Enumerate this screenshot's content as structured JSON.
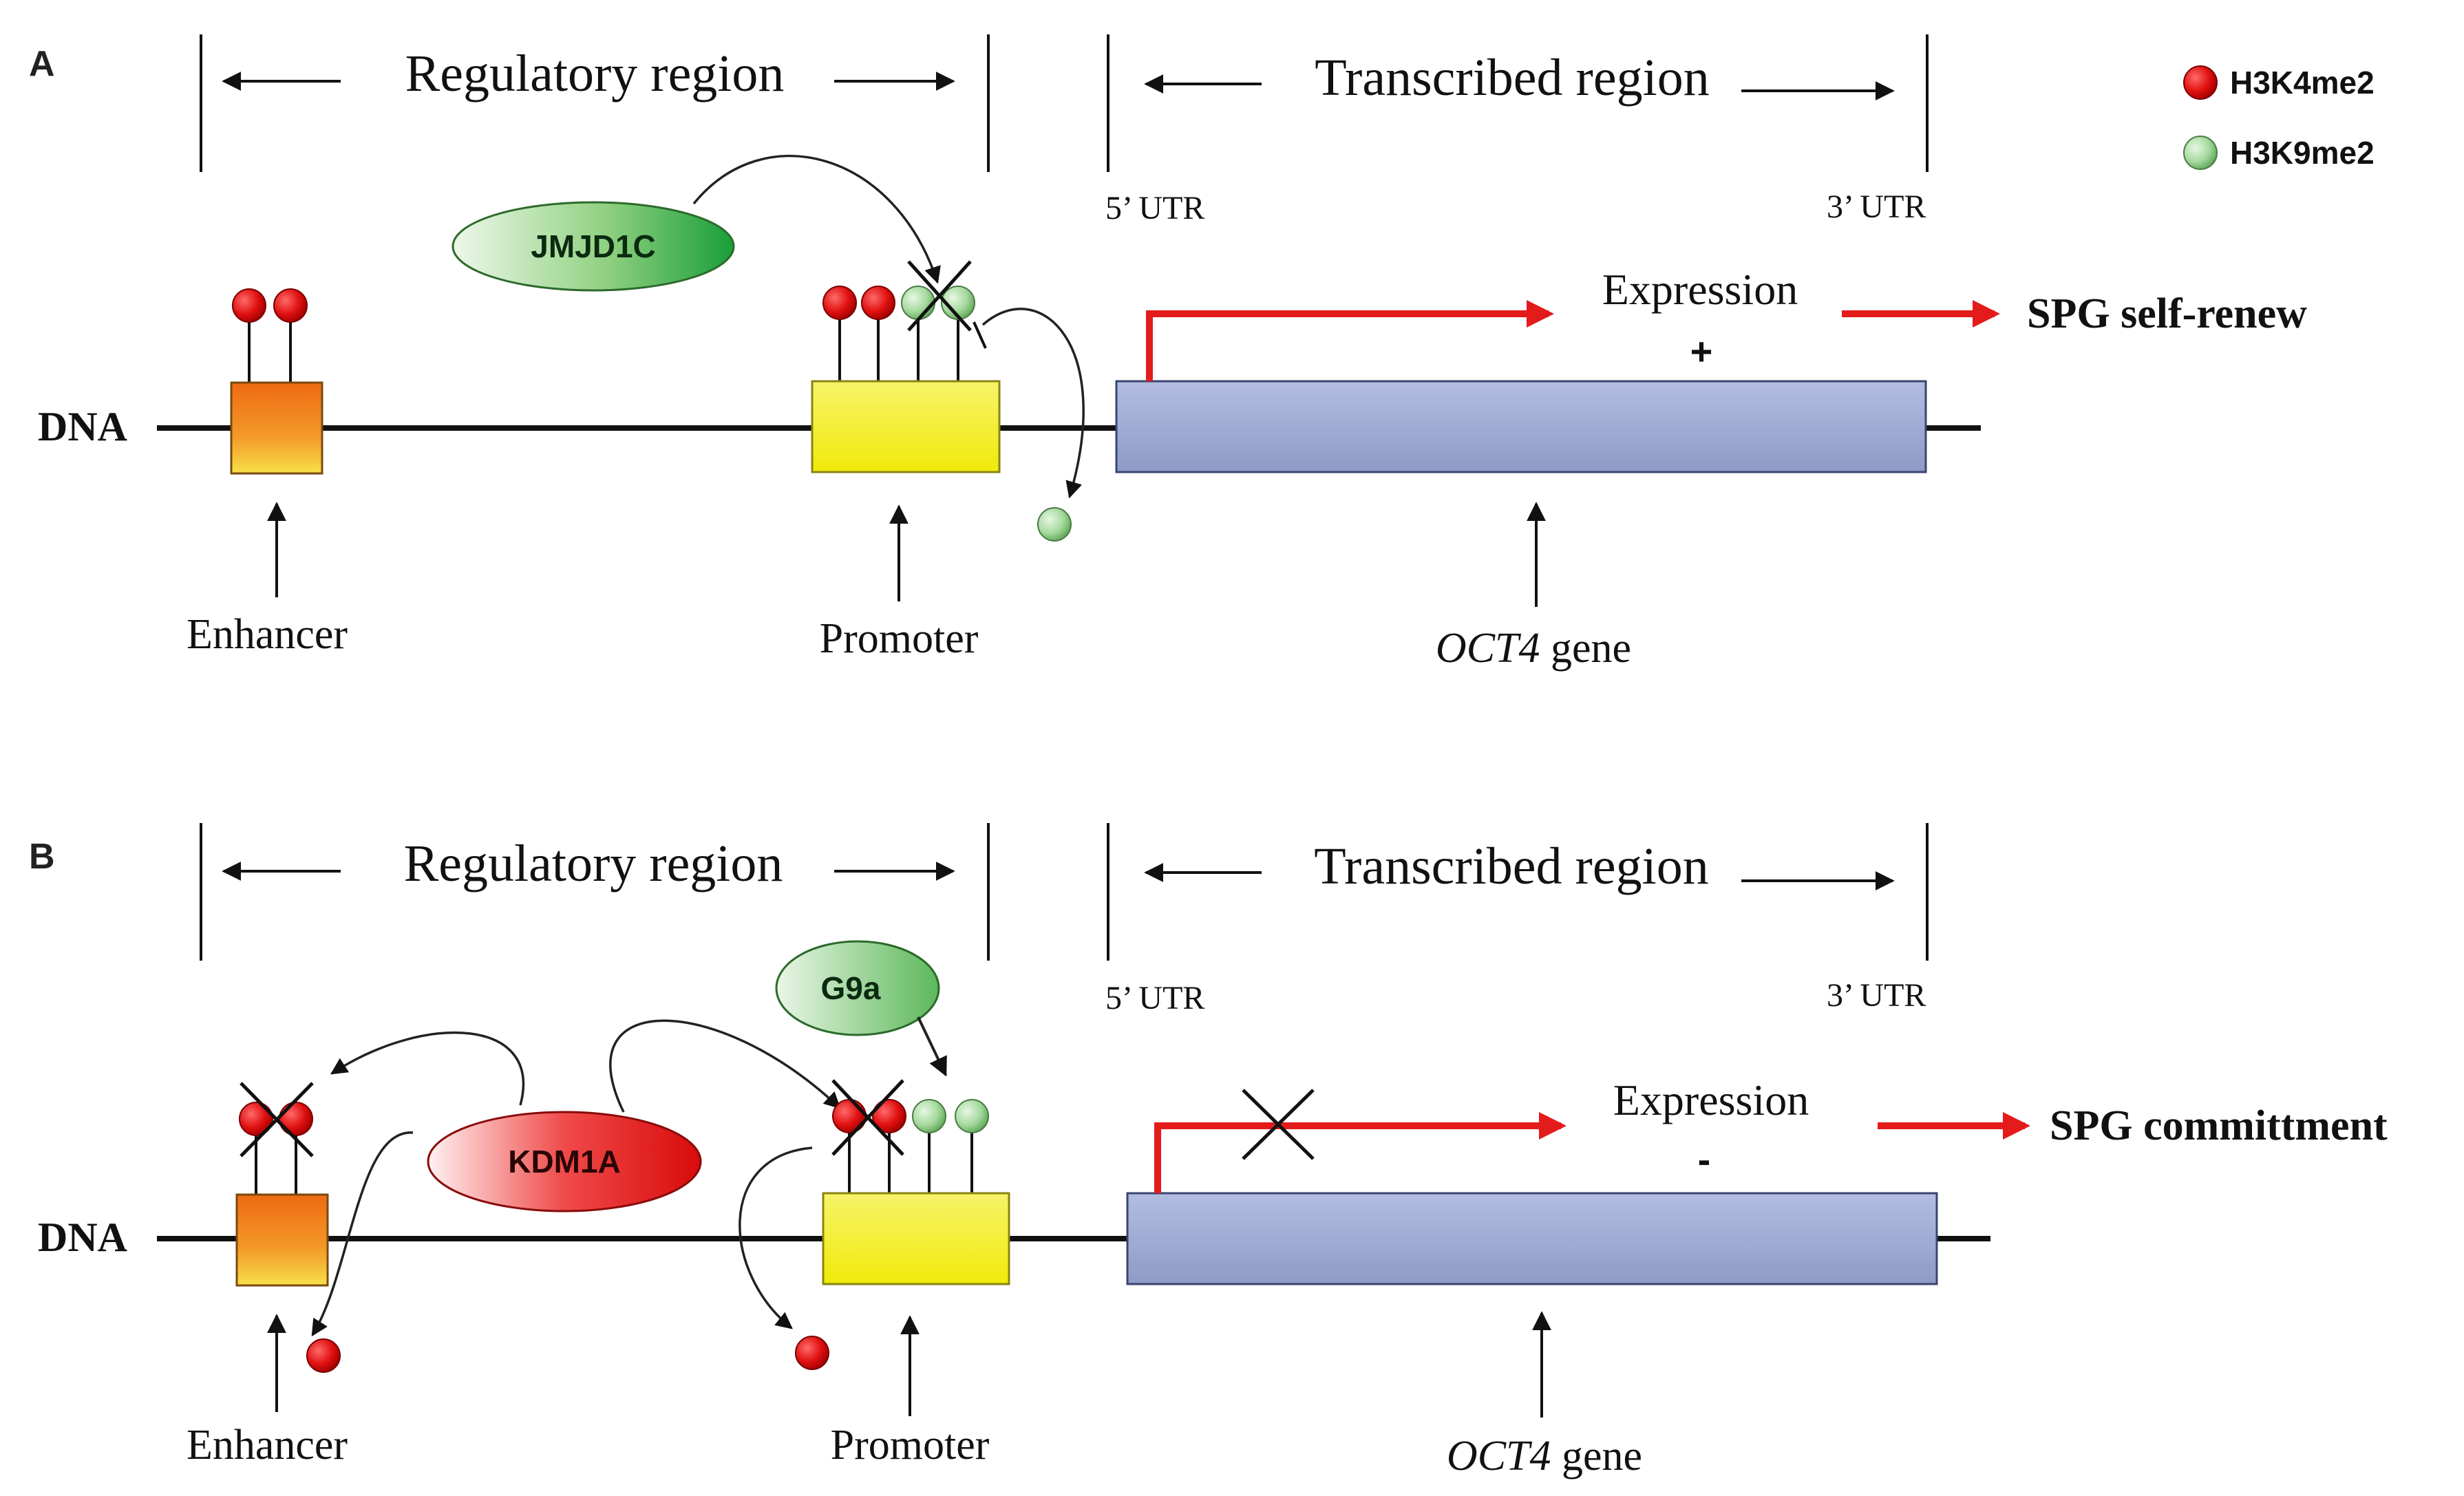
{
  "legend": [
    {
      "label": "H3K4me2",
      "color": "#e11010"
    },
    {
      "label": "H3K9me2",
      "color": "#9fd39a"
    }
  ],
  "panels": [
    {
      "label": "A",
      "regulatory_region": "Regulatory region",
      "transcribed_region": "Transcribed region",
      "utr5": "5’ UTR",
      "utr3": "3’ UTR",
      "dna": "DNA",
      "enhancer": "Enhancer",
      "promoter": "Promoter",
      "gene_italic": "OCT4",
      "gene_suffix": " gene",
      "enzyme": "JMJD1C",
      "expression": "Expression",
      "expression_sign": "+",
      "outcome": "SPG self-renew"
    },
    {
      "label": "B",
      "regulatory_region": "Regulatory region",
      "transcribed_region": "Transcribed region",
      "utr5": "5’ UTR",
      "utr3": "3’ UTR",
      "dna": "DNA",
      "enhancer": "Enhancer",
      "promoter": "Promoter",
      "gene_italic": "OCT4",
      "gene_suffix": " gene",
      "enzyme": "KDM1A",
      "enzyme2": "G9a",
      "expression": "Expression",
      "expression_sign": "-",
      "outcome": "SPG committment"
    }
  ],
  "colors": {
    "arrow_red": "#e31b1b",
    "gene_fill": "#9eabd0",
    "promoter_fill": "#f2ee1c",
    "enhancer_fill": "#f07a1a"
  }
}
